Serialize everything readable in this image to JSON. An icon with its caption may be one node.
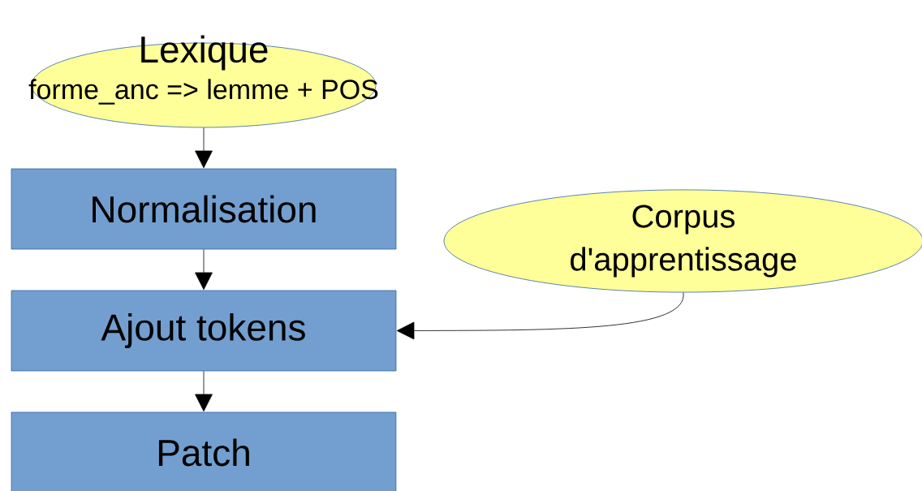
{
  "diagram": {
    "nodes": [
      {
        "text": [
          "Lexique",
          "forme_anc => lemme + POS"
        ]
      },
      {
        "text": [
          "Normalisation"
        ]
      },
      {
        "text": [
          "Ajout tokens"
        ]
      },
      {
        "text": [
          "Patch"
        ]
      },
      {
        "text": [
          "Corpus d'apprentissage"
        ]
      }
    ],
    "edges": [
      {
        "from": 0,
        "to": 1,
        "arrow": "to"
      },
      {
        "from": 1,
        "to": 2,
        "arrow": "to"
      },
      {
        "from": 2,
        "to": 3,
        "arrow": "to"
      },
      {
        "from": 4,
        "to": 2,
        "arrow": "to"
      }
    ]
  }
}
